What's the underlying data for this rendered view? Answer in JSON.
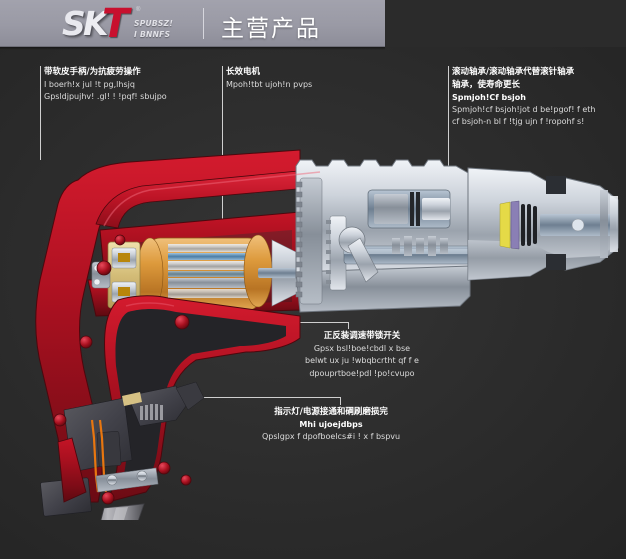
{
  "header": {
    "logo": {
      "letter_s": "S",
      "letter_k": "K",
      "letter_t": "T",
      "registered_mark": "®",
      "subtext": "SPUBSZ!\nI BNNFS"
    },
    "title": "主营产品"
  },
  "callouts": [
    {
      "id": "handle",
      "title": "带软皮手柄/为抗疲劳操作",
      "lines": [
        "I  boerh!x jul !t pg,lhsjq",
        "Gpsldjpujhv!  .gl! ! !pqf! sbujpo"
      ]
    },
    {
      "id": "motor",
      "title": "长效电机",
      "lines": [
        "Mpoh!tbt ujoh!n pvps"
      ]
    },
    {
      "id": "bearing",
      "title": "滚动轴承/滚动轴承代替滚针轴承",
      "title2": "轴承，使寿命更长",
      "lines": [
        "Spmjoh!Cf bsjoh",
        "Spmjoh!cf bsjoh!jot d be!pgof! f eth",
        "cf bsjoh-n bl f !tjg ujn f !ropohf s!"
      ],
      "emphasis_line": 0
    },
    {
      "id": "switch",
      "title": "正反装调速带锁开关",
      "lines": [
        "Gpsx bsl!boe!cbdl x bse",
        "belwt ux ju !wbqbcrtht qf f e",
        "dpouprtboe!pdl !po!cvupo"
      ]
    },
    {
      "id": "led",
      "title": "指示灯/电源接通和碙刷磨损完",
      "lines": [
        "Mhi ujoejdbps",
        "Qpslgpx f dpofboelcs#i ! x f bspvu"
      ],
      "emphasis_line": 0
    }
  ],
  "colors": {
    "header_grey": "#9a9aa5",
    "brand_red": "#c8102e",
    "background": "#2b2b2b",
    "body_red": "#b01020",
    "body_red_dark": "#6e0c16",
    "metal_silver": "#c9ced6",
    "copper": "#d99a3c",
    "brass": "#d6c184",
    "seal_yellow": "#e8dc4a",
    "seal_purple": "#8a7fb5",
    "wire_orange": "#e8760f",
    "switch_grey": "#4a4a4f",
    "cord_grey": "#8d8d92",
    "leader_line": "#cfcfcf",
    "text_white": "#ffffff",
    "text_grey": "#dcdcdc"
  },
  "illustration": {
    "name": "cutaway-electric-drill",
    "description": "Sectioned view of a red corded electric hammer drill showing motor, gearbox, bearings, chuck and trigger switch"
  }
}
